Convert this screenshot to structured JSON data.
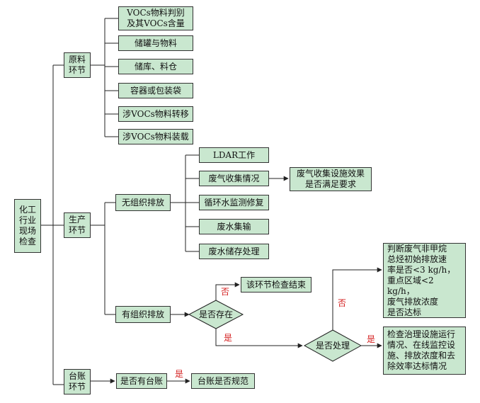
{
  "root": "化工\n行业\n现场\n检查",
  "sections": {
    "raw": "原料\n环节",
    "production": "生产\n环节",
    "ledger": "台账\n环节"
  },
  "raw_items": [
    "VOCs物料判别\n及其VOCs含量",
    "储罐与物料",
    "储库、料仓",
    "容器或包装袋",
    "涉VOCs物料转移",
    "涉VOCs物料装载"
  ],
  "fugitive": {
    "label": "无组织排放",
    "items": [
      "LDAR工作",
      "废气收集情况",
      "循环水监测修复",
      "废水集输",
      "废水储存处理"
    ],
    "collection_check": "废气收集设施效果\n是否满足要求"
  },
  "organized": {
    "label": "有组织排放",
    "exists_q": "是否存在",
    "no_label": "否",
    "end": "该环节检查结束",
    "yes_label": "是",
    "treat_q": "是否处理",
    "treat_no_label": "否",
    "nmhc_check": "判断废气非甲烷\n总烃初始排放速\n率是否<3 kg/h，\n重点区域<2 kg/h，\n废气排放浓度\n是否达标",
    "treat_yes_label": "是",
    "facility_check": "检查治理设施运行\n情况、在线监控设\n施、排放浓度和去\n除效率达标情况"
  },
  "ledger": {
    "has_q": "是否有台账",
    "yes_label": "是",
    "standard": "台账是否规范"
  },
  "colors": {
    "box_fill": "#c9e7cf",
    "line": "#222222",
    "label": "#d42020"
  }
}
